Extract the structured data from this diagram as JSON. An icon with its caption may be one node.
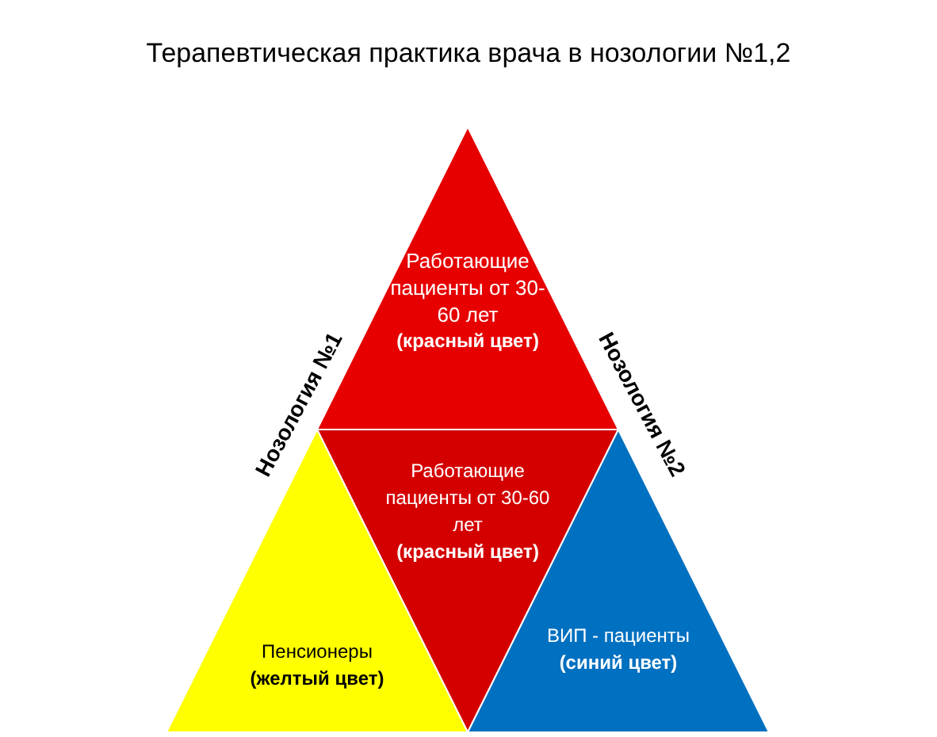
{
  "diagram": {
    "title": "Терапевтическая практика врача в нозологии №1,2",
    "nodes": [
      {
        "text": [
          "Работающие пациенты от 30-60 лет",
          "(красный цвет)"
        ]
      },
      {
        "text": [
          "Работающие пациенты от 30-60 лет",
          "(красный цвет)"
        ]
      },
      {
        "text": [
          "Пенсионеры",
          "(желтый цвет)"
        ]
      },
      {
        "text": [
          "ВИП - пациенты",
          "(синий цвет)"
        ]
      }
    ],
    "labels": [
      "Нозология №1",
      "Нозология №2"
    ]
  }
}
